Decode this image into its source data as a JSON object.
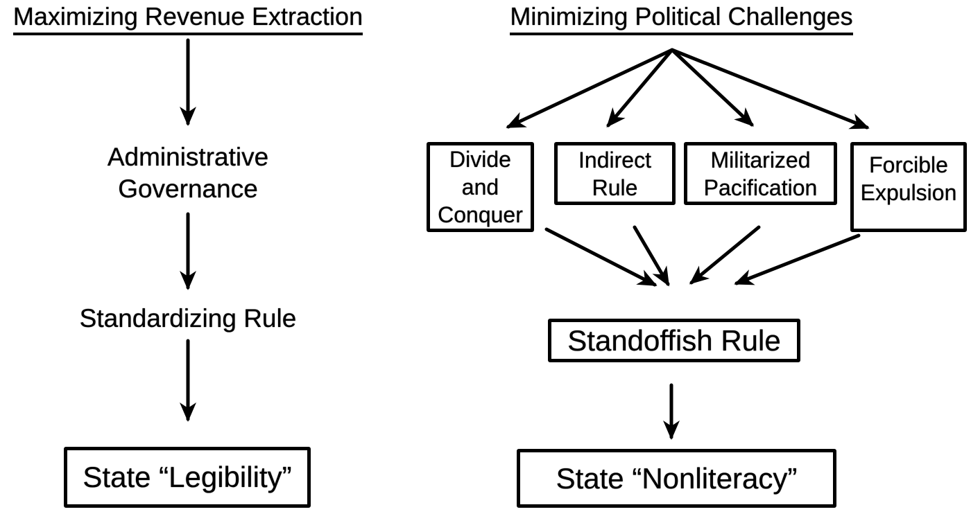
{
  "figure": {
    "background_color": "#ffffff",
    "ink_color": "#000000",
    "left_column": {
      "heading": "Maximizing Revenue Extraction",
      "steps": [
        "Administrative Governance",
        "Standardizing Rule"
      ],
      "outcome_box": "State “Legibility”"
    },
    "right_column": {
      "heading": "Minimizing Political Challenges",
      "strategy_boxes": [
        "Divide and Conquer",
        "Indirect Rule",
        "Militarized Pacification",
        "Forcible Expulsion"
      ],
      "intermediate_box": "Standoffish Rule",
      "outcome_box": "State “Nonliteracy”"
    }
  }
}
